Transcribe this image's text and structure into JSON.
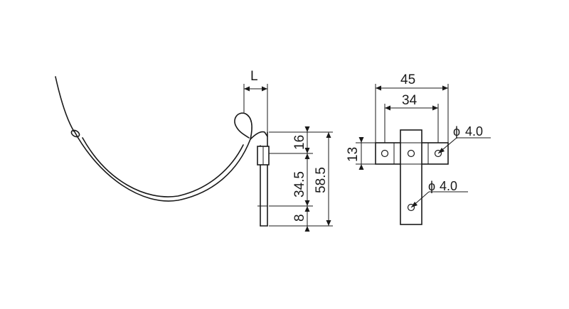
{
  "drawing": {
    "dimensions": {
      "offset": "L",
      "top_segment": "16",
      "middle_segment": "34.5",
      "bottom_segment": "8",
      "total_height": "58.5",
      "side_height": "13",
      "outer_width": "45",
      "inner_width": "34",
      "hole_side": "4.0",
      "hole_center": "4.0",
      "diameter_symbol": "ϕ"
    }
  }
}
